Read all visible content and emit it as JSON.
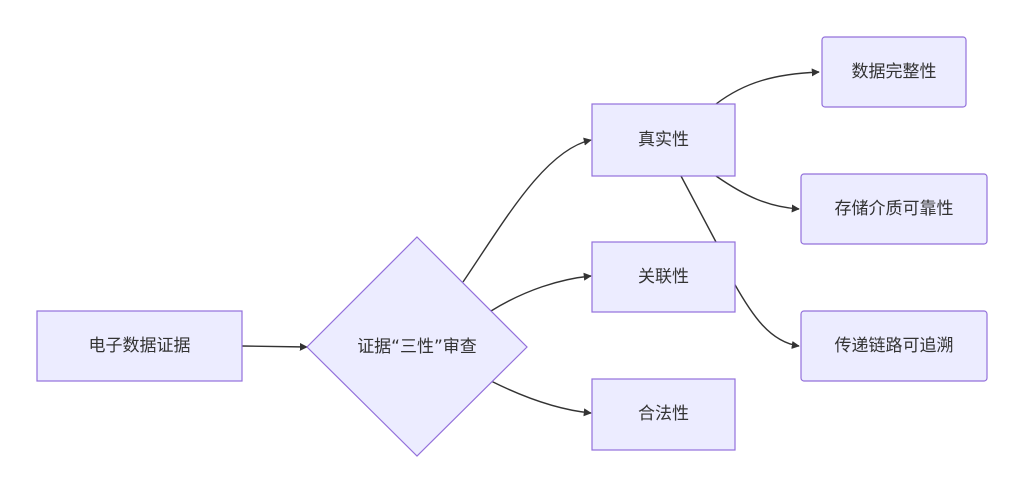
{
  "nodes": {
    "evidence": "电子数据证据",
    "review": "证据“三性”审查",
    "authenticity": "真实性",
    "relevance": "关联性",
    "legality": "合法性",
    "integrity": "数据完整性",
    "storage": "存储介质可靠性",
    "chain": "传递链路可追溯"
  },
  "colors": {
    "node_fill": "#ececff",
    "node_stroke": "#9370db",
    "edge": "#333333",
    "text": "#333333"
  }
}
